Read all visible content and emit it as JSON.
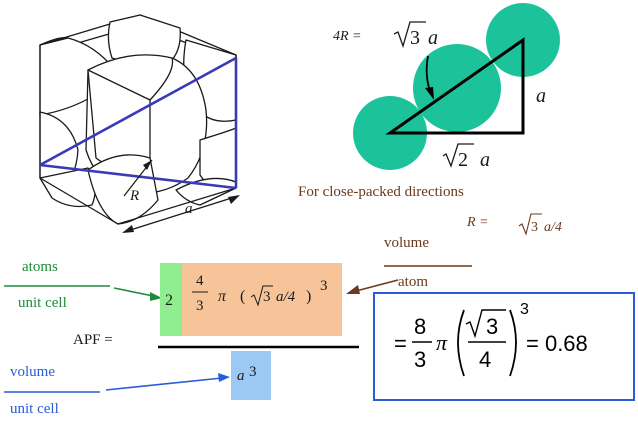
{
  "colors": {
    "sphere": "#1cc39a",
    "cube_line": "#1a1a1a",
    "blue_diag": "#3a3ab8",
    "brown": "#6b3a1c",
    "green": "#1e8c3a",
    "blue": "#2a5bd8",
    "green_box": "#90ee90",
    "orange_box": "#f7c49a",
    "blue_box": "#9cc9f3",
    "result_border": "#2a5bd8"
  },
  "cube": {
    "radius_label": "R",
    "edge_label": "a"
  },
  "spheres": {
    "eq_lhs": "4R =",
    "eq_rhs_coef": "3",
    "eq_rhs_var": "a",
    "vertical_label": "a",
    "horizontal_label_coef": "2",
    "horizontal_label_var": "a"
  },
  "close_packed": {
    "caption": "For close-packed directions",
    "r_eq_lhs": "R =",
    "r_eq_coef": "3",
    "r_eq_rest": "a/4"
  },
  "apf": {
    "label": "APF =",
    "atoms_top": "atoms",
    "atoms_bottom": "unit cell",
    "volume_top": "volume",
    "volume_bottom": "atom",
    "vol_cell_top": "volume",
    "vol_cell_bottom": "unit cell",
    "count": "2",
    "frac_num": "4",
    "frac_den": "3",
    "pi": "π",
    "paren_open": "(",
    "sqrt_coef": "3",
    "a_over_4": "a/4",
    "paren_close": ")",
    "power": "3",
    "den_var": "a",
    "den_power": "3"
  },
  "result": {
    "eq": "=",
    "frac_num": "8",
    "frac_den": "3",
    "pi": "π",
    "inner_num": "3",
    "inner_den": "4",
    "power": "3",
    "value": "= 0.68"
  }
}
